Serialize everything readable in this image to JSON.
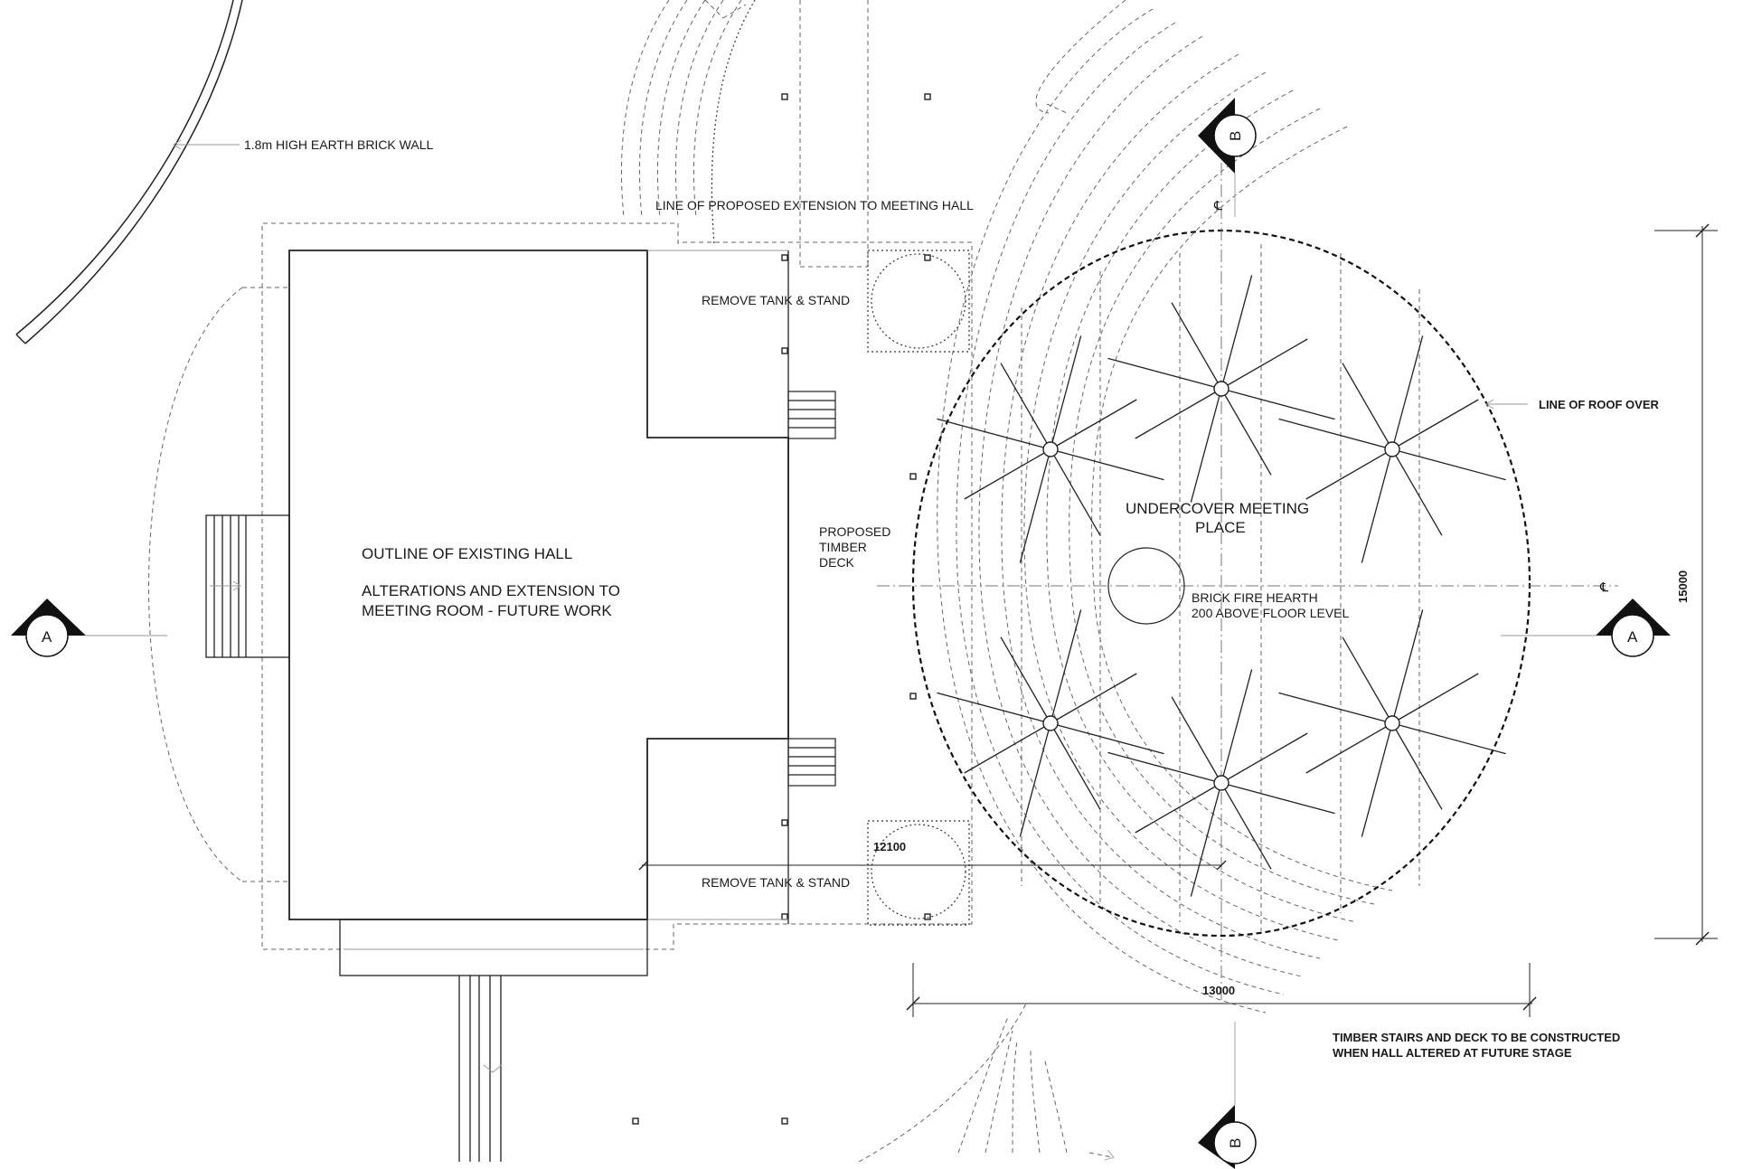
{
  "labels": {
    "wall": "1.8m HIGH EARTH BRICK WALL",
    "extension_line": "LINE OF PROPOSED EXTENSION TO MEETING HALL",
    "remove_tank_top": "REMOVE TANK & STAND",
    "remove_tank_bottom": "REMOVE TANK & STAND",
    "roof_line": "LINE OF ROOF OVER",
    "deck_1": "PROPOSED",
    "deck_2": "TIMBER",
    "deck_3": "DECK",
    "hall_outline": "OUTLINE OF EXISTING HALL",
    "hall_alter_1": "ALTERATIONS AND EXTENSION TO",
    "hall_alter_2": "MEETING ROOM - FUTURE WORK",
    "meeting_1": "UNDERCOVER MEETING",
    "meeting_2": "PLACE",
    "hearth_1": "BRICK FIRE HEARTH",
    "hearth_2": "200 ABOVE FLOOR LEVEL",
    "timber_1": "TIMBER STAIRS AND DECK TO BE CONSTRUCTED",
    "timber_2": "WHEN HALL ALTERED AT FUTURE STAGE"
  },
  "dimensions": {
    "width_dim": "13000",
    "height_dim": "15000",
    "hall_dim": "12100"
  },
  "section_markers": {
    "a_left": "A",
    "a_right": "A",
    "b_top": "B",
    "b_bottom": "B"
  },
  "centerline_symbols": {
    "top": "℄",
    "right": "℄"
  },
  "colors": {
    "line": "#222222",
    "dashed": "#777777",
    "background": "#ffffff"
  }
}
